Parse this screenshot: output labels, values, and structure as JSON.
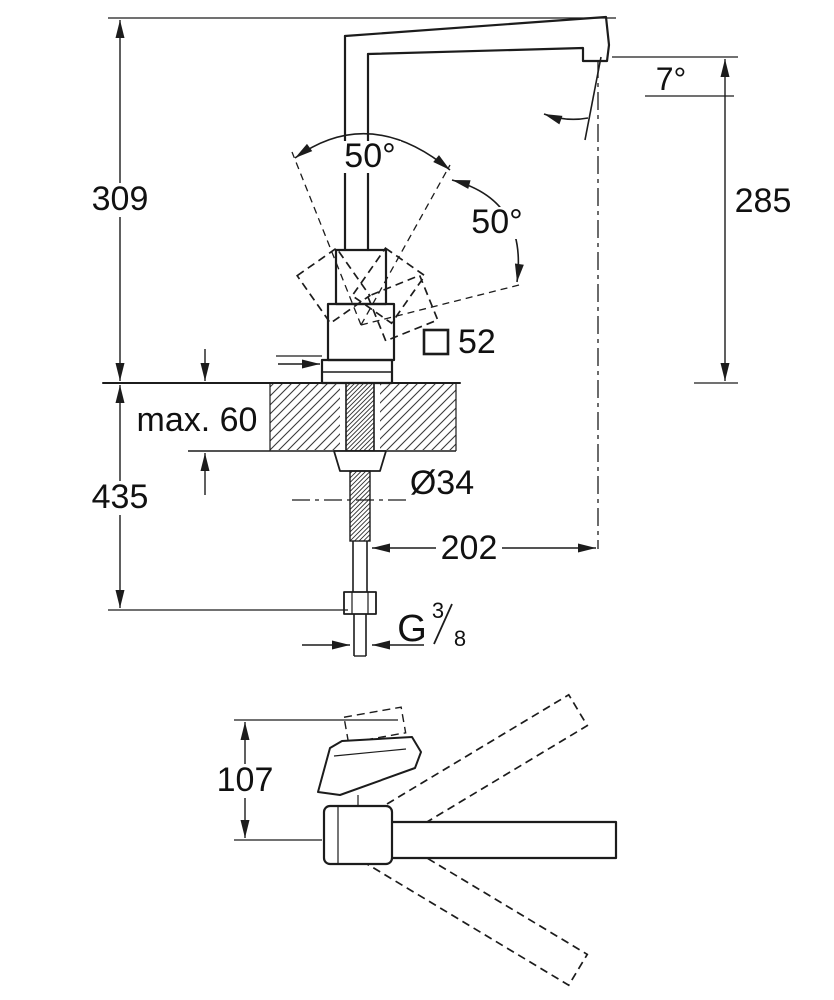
{
  "colors": {
    "line": "#1c1c1c",
    "background": "#ffffff"
  },
  "labels": {
    "height_above_deck": "309",
    "height_below_deck": "435",
    "deck_thickness": "max. 60",
    "spout_outlet_height": "285",
    "outlet_angle": "7°",
    "handle_swing_upper": "50°",
    "handle_swing_lower": "50°",
    "base_width": "52",
    "mounting_hole": "Ø34",
    "spout_reach": "202",
    "thread_letter": "G",
    "thread_numerator": "3",
    "thread_denominator": "8",
    "top_view_height": "107"
  }
}
